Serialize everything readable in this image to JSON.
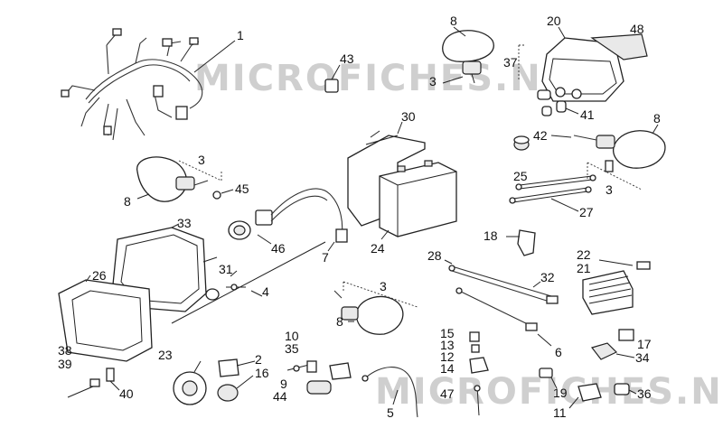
{
  "watermarks": [
    "MICROFICHES.NET",
    "MICROFICHES.NET"
  ],
  "labels": {
    "l1": "1",
    "l2": "2",
    "l3a": "3",
    "l3b": "3",
    "l3c": "3",
    "l3d": "3",
    "l4": "4",
    "l5": "5",
    "l6": "6",
    "l7": "7",
    "l8a": "8",
    "l8b": "8",
    "l8c": "8",
    "l8d": "8",
    "l9": "9",
    "l10": "10",
    "l11": "11",
    "l12": "12",
    "l13": "13",
    "l14": "14",
    "l15": "15",
    "l16": "16",
    "l17": "17",
    "l18": "18",
    "l19": "19",
    "l20": "20",
    "l21": "21",
    "l22": "22",
    "l23": "23",
    "l24": "24",
    "l25": "25",
    "l26": "26",
    "l27": "27",
    "l28": "28",
    "l30": "30",
    "l31": "31",
    "l32": "32",
    "l33": "33",
    "l34": "34",
    "l35": "35",
    "l36": "36",
    "l37": "37",
    "l38": "38",
    "l39": "39",
    "l40": "40",
    "l41": "41",
    "l42": "42",
    "l43": "43",
    "l44": "44",
    "l45": "45",
    "l46": "46",
    "l47": "47",
    "l48": "48"
  }
}
